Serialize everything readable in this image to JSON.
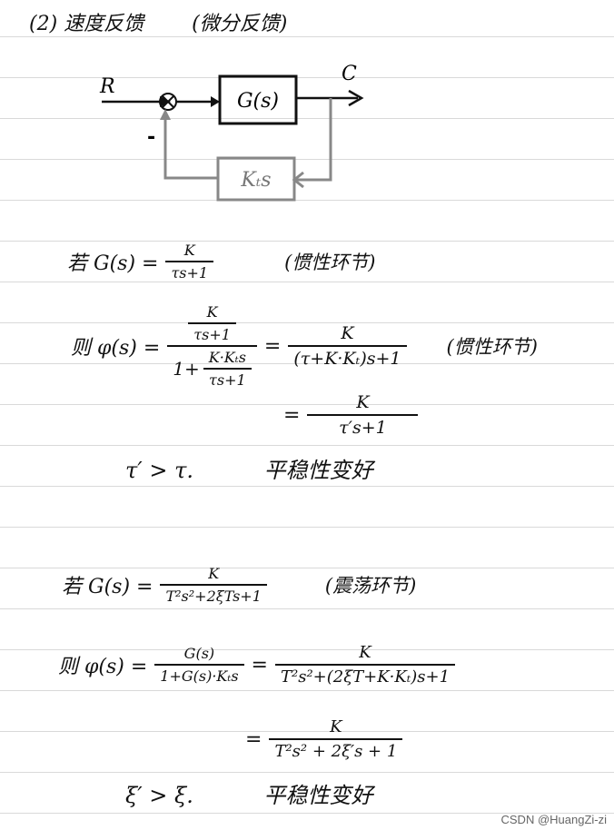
{
  "title": {
    "heading": "(2) 速度反馈",
    "type": "(微分反馈)"
  },
  "diagram": {
    "input": "R",
    "output": "C",
    "forward": "G(s)",
    "feedback": "Kₜs",
    "sign": "-"
  },
  "case1": {
    "if_label": "若 G(s) =",
    "g_num": "K",
    "g_den": "τs+1",
    "g_type": "(惯性环节)",
    "then_label": "则 φ(s) =",
    "phi_inner_num": "K",
    "phi_inner_den": "τs+1",
    "phi_den_prefix": "1+",
    "phi_den_num": "K·Kₜs",
    "phi_den_den": "τs+1",
    "eq": "=",
    "r1_num": "K",
    "r1_den": "(τ+K·Kₜ)s+1",
    "r1_type": "(惯性环节)",
    "r2_num": "K",
    "r2_den": "τ′s+1",
    "conclusion": "τ′ > τ.",
    "effect": "平稳性变好"
  },
  "case2": {
    "if_label": "若 G(s) =",
    "g_num": "K",
    "g_den": "T²s²+2ξTs+1",
    "g_type": "(震荡环节)",
    "then_label": "则 φ(s) =",
    "phi_num": "G(s)",
    "phi_den": "1+G(s)·Kₜs",
    "eq": "=",
    "r1_num": "K",
    "r1_den": "T²s²+(2ξT+K·Kₜ)s+1",
    "r2_num": "K",
    "r2_den": "T²s² + 2ξ′s + 1",
    "conclusion": "ξ′ > ξ.",
    "effect": "平稳性变好"
  },
  "watermark": "CSDN @HuangZi-zi"
}
